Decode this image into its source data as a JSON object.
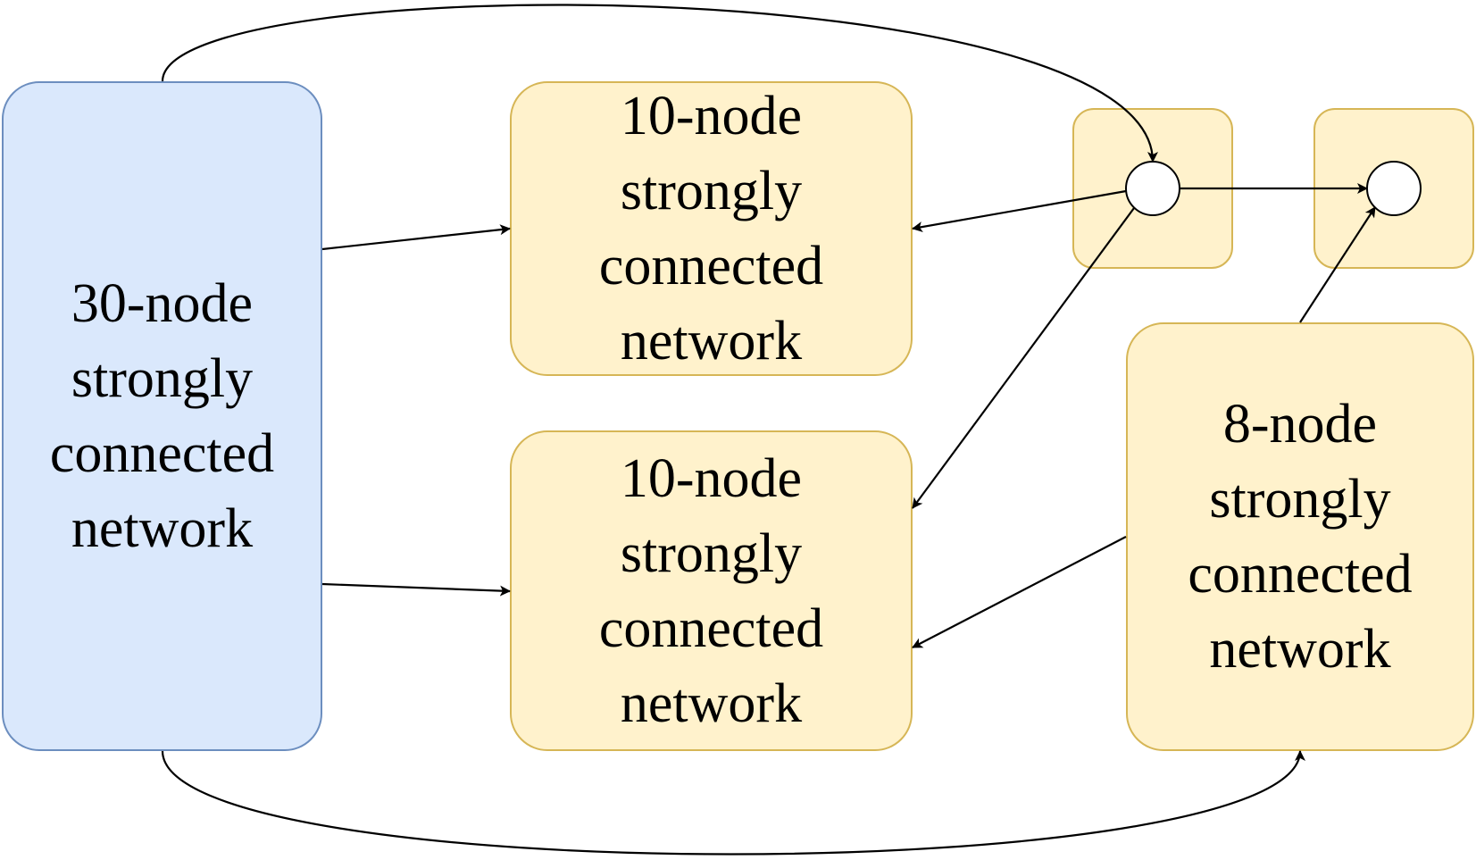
{
  "diagram": {
    "blocks": {
      "big_network": {
        "label": "30-node\nstrongly\nconnected\nnetwork",
        "fill": "#dae8fc",
        "stroke": "#6c8ebf"
      },
      "top_network": {
        "label": "10-node\nstrongly\nconnected\nnetwork",
        "fill": "#fff2cc",
        "stroke": "#d6b656"
      },
      "bottom_network": {
        "label": "10-node\nstrongly\nconnected\nnetwork",
        "fill": "#fff2cc",
        "stroke": "#d6b656"
      },
      "right_network": {
        "label": "8-node\nstrongly\nconnected\nnetwork",
        "fill": "#fff2cc",
        "stroke": "#d6b656"
      },
      "single_node_a": {
        "label": ""
      },
      "single_node_b": {
        "label": ""
      }
    },
    "edges": [
      {
        "from": "big_network",
        "to": "single_node_a"
      },
      {
        "from": "big_network",
        "to": "top_network"
      },
      {
        "from": "big_network",
        "to": "bottom_network"
      },
      {
        "from": "big_network",
        "to": "right_network"
      },
      {
        "from": "single_node_a",
        "to": "top_network"
      },
      {
        "from": "single_node_a",
        "to": "bottom_network"
      },
      {
        "from": "single_node_a",
        "to": "single_node_b"
      },
      {
        "from": "right_network",
        "to": "single_node_b"
      },
      {
        "from": "right_network",
        "to": "bottom_network"
      }
    ]
  }
}
